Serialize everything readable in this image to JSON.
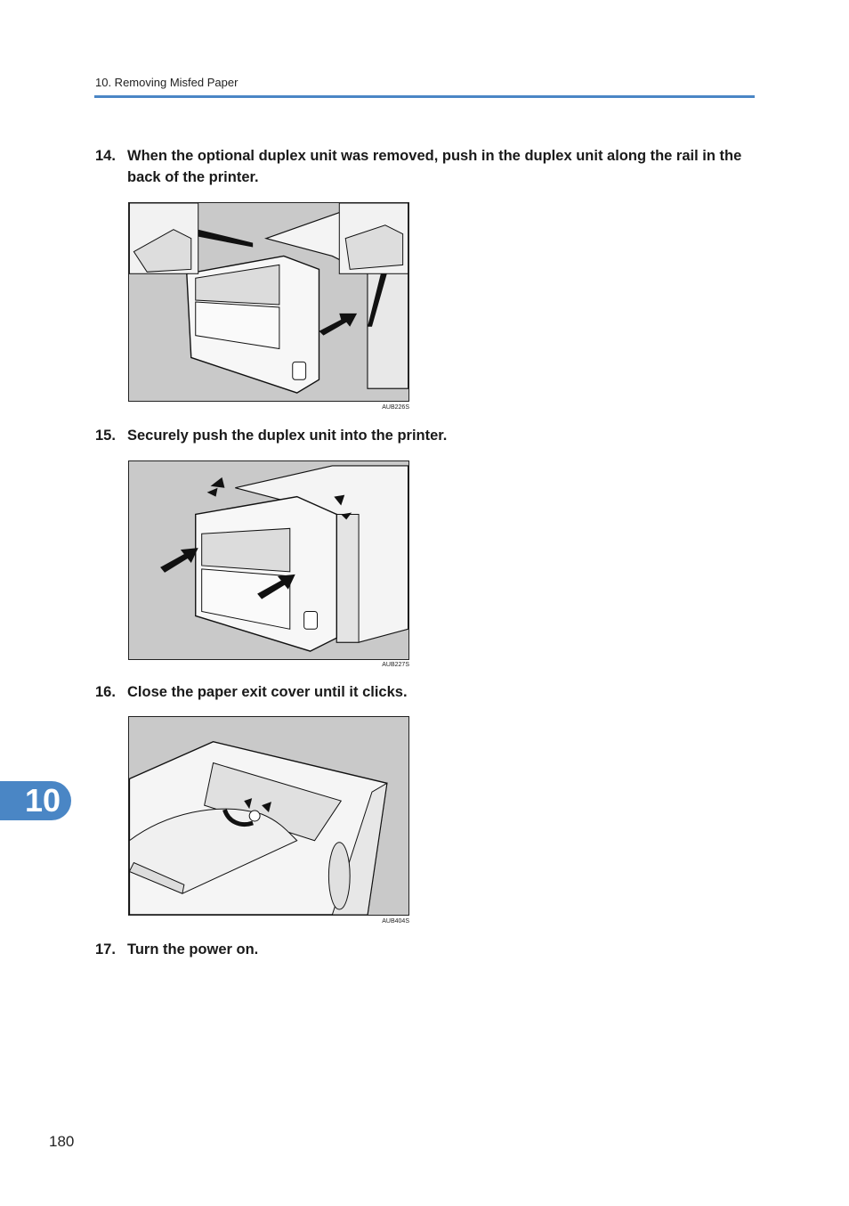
{
  "header": {
    "chapter_title": "10. Removing Misfed Paper"
  },
  "steps": [
    {
      "number": "14.",
      "text": "When the optional duplex unit was removed, push in the duplex unit along the rail in the back of the printer."
    },
    {
      "number": "15.",
      "text": "Securely push the duplex unit into the printer."
    },
    {
      "number": "16.",
      "text": "Close the paper exit cover until it clicks."
    },
    {
      "number": "17.",
      "text": "Turn the power on."
    }
  ],
  "figures": [
    {
      "code": "AUB226S"
    },
    {
      "code": "AUB227S"
    },
    {
      "code": "AUB404S"
    }
  ],
  "chapter_tab": "10",
  "page_number": "180",
  "colors": {
    "accent": "#4a86c5",
    "figure_bg": "#c9c9c9"
  }
}
